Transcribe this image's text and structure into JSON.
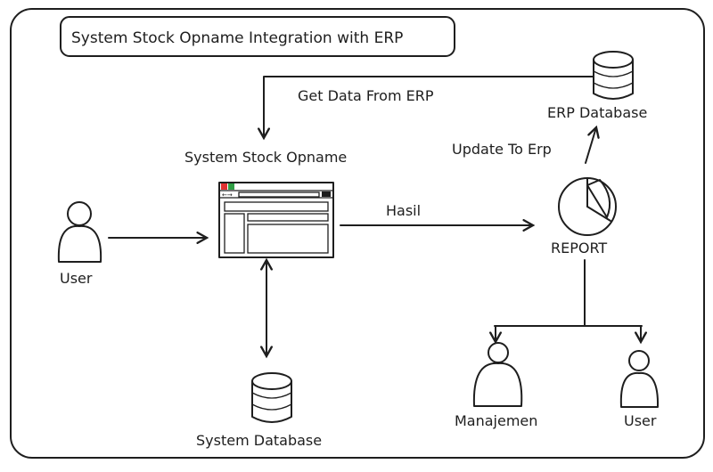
{
  "title": "System Stock Opname Integration with ERP",
  "labels": {
    "get_data": "Get Data From ERP",
    "erp_database": "ERP Database",
    "update_to_erp": "Update To Erp",
    "system_stock_opname": "System Stock Opname",
    "hasil": "Hasil",
    "report": "REPORT",
    "user_left": "User",
    "system_database": "System Database",
    "manajemen": "Manajemen",
    "user_right": "User"
  },
  "colors": {
    "ink": "#1e1e1e",
    "browser_red": "#e03131",
    "browser_green": "#2f9e44",
    "hatch": "#9a9a9a"
  }
}
